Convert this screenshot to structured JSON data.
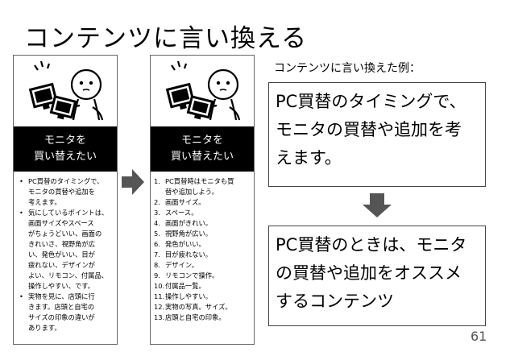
{
  "slide": {
    "title": "コンテンツに言い換える",
    "page_number": "61"
  },
  "left_panel": {
    "banner_line1": "モニタを",
    "banner_line2": "買い替えたい",
    "items": [
      [
        "PC買替のタイミングで、",
        "モニタの買替や追加を",
        "考えます。"
      ],
      [
        "気にしているポイントは、",
        "画面サイズやスペース",
        "がちょうどいい、画面の",
        "きれいさ、視野角が広",
        "い、発色がいい、目が",
        "疲れない、デザインが",
        "よい、リモコン、付属品、",
        "操作しやすい、です。"
      ],
      [
        "実物を見に、店頭に行",
        "きます。店頭と自宅の",
        "サイズの印象の違いが",
        "あります。"
      ]
    ]
  },
  "mid_panel": {
    "banner_line1": "モニタを",
    "banner_line2": "買い替えたい",
    "items": [
      [
        "1.",
        "PC買替時はモニタも買"
      ],
      [
        "",
        "替や追加しよう。"
      ],
      [
        "2.",
        "画面サイズ。"
      ],
      [
        "3.",
        "スペース。"
      ],
      [
        "4.",
        "画面がきれい。"
      ],
      [
        "5.",
        "視野角が広い。"
      ],
      [
        "6.",
        "発色がいい。"
      ],
      [
        "7.",
        "目が疲れない。"
      ],
      [
        "8.",
        "デザイン。"
      ],
      [
        "9.",
        "リモコンで操作。"
      ],
      [
        "10.",
        "付属品一覧。"
      ],
      [
        "11.",
        "操作しやすい。"
      ],
      [
        "12.",
        "実物の写真。サイズ。"
      ],
      [
        "13.",
        "店頭と自宅の印象。"
      ]
    ]
  },
  "example": {
    "label": "コンテンツに言い換えた例：",
    "box1_lines": [
      "PC買替のタイミングで、",
      "モニタの買替や追加を考",
      "えます。"
    ],
    "box2_lines": [
      "PC買替のときは、モニタ",
      "の買替や追加をオススメ",
      "するコンテンツ"
    ]
  },
  "colors": {
    "arrow": "#555555",
    "banner": "#000000"
  }
}
